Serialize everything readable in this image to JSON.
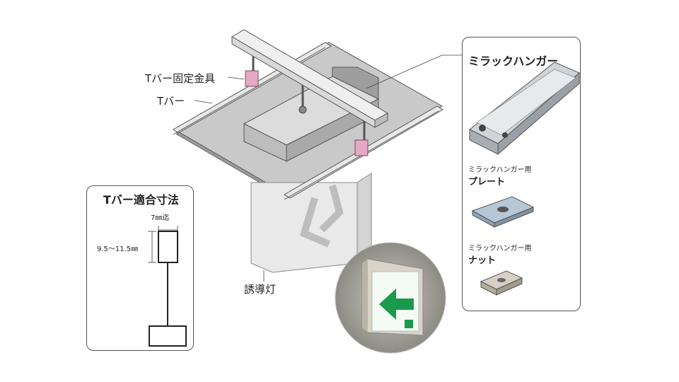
{
  "main_diagram": {
    "labels": {
      "fixing_fitting": "Tバー固定金具",
      "t_bar": "Tバー",
      "guide_light": "誘導灯"
    }
  },
  "left_panel": {
    "title": "Tバー適合寸法",
    "width_label": "7㎜迄",
    "height_label": "9.5〜11.5㎜"
  },
  "right_panel": {
    "title": "ミラックハンガー",
    "plate": {
      "caption_small": "ミラックハンガー用",
      "caption_large": "プレート"
    },
    "nut": {
      "caption_small": "ミラックハンガー用",
      "caption_large": "ナット"
    }
  },
  "colors": {
    "panel_border": "#555555",
    "exit_sign_green": "#1a9a4a",
    "clamp_pink": "#e6a8c4",
    "ceiling_gray": "#c9c9c9"
  }
}
